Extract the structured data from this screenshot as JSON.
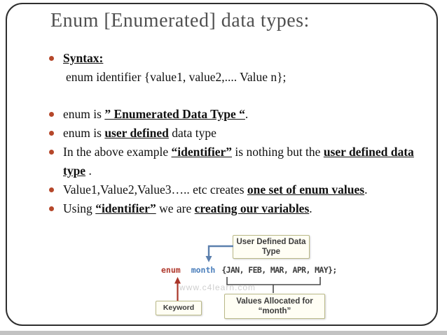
{
  "slide": {
    "title": "Enum [Enumerated] data types:",
    "bullets": {
      "syntax_label": "Syntax:",
      "syntax_code": "enum identifier {value1, value2,.... Value n};",
      "b2": {
        "pre": "enum is ",
        "strong": "” Enumerated Data Type “",
        "post": "."
      },
      "b3": {
        "pre": "enum is ",
        "strong": "user defined",
        "post": " data type"
      },
      "b4": {
        "pre": "In the above example ",
        "strong1": "“identifier”",
        "mid": " is nothing but the ",
        "strong2": "user defined data type",
        "post": " ."
      },
      "b5": {
        "pre": "Value1,Value2,Value3….. etc creates ",
        "strong": "one set of enum values",
        "post": "."
      },
      "b6": {
        "pre": "Using ",
        "strong1": "“identifier”",
        "mid": " we are ",
        "strong2": "creating our variables",
        "post": "."
      }
    },
    "diagram": {
      "udt_box": "User Defined Data Type",
      "code_keyword": "enum",
      "code_identifier": "month",
      "code_values": "{JAN, FEB, MAR, APR, MAY};",
      "keyword_box": "Keyword",
      "values_box_line1": "Values Allocated for",
      "values_box_line2": "“month”",
      "watermark": "www.c4learn.com"
    },
    "colors": {
      "bullet": "#b5472a",
      "title_gray": "#4f4f4f",
      "keyword_red": "#b03a2e",
      "identifier_blue": "#4a7ebb",
      "diagram_box_border": "#b9b887",
      "diagram_box_bg": "#fffef4"
    }
  }
}
